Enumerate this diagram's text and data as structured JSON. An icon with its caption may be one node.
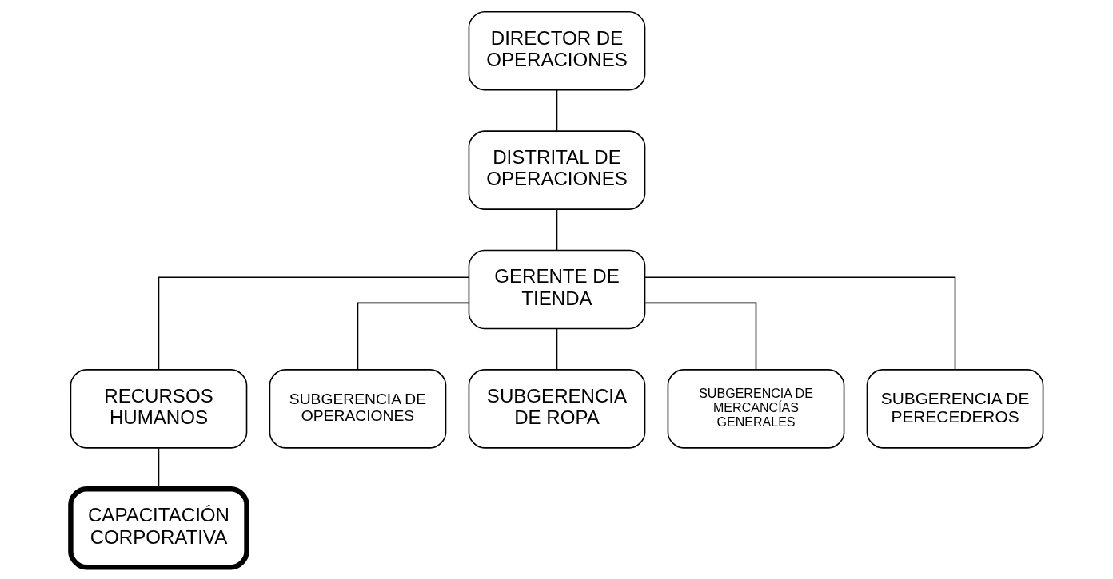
{
  "diagram": {
    "nodes": [
      {
        "text": [
          "DIRECTOR DE OPERACIONES"
        ]
      },
      {
        "text": [
          "DISTRITAL DE OPERACIONES"
        ]
      },
      {
        "text": [
          "GERENTE DE TIENDA"
        ]
      },
      {
        "text": [
          "RECURSOS HUMANOS"
        ]
      },
      {
        "text": [
          "SUBGERENCIA DE OPERACIONES"
        ]
      },
      {
        "text": [
          "SUBGERENCIA DE ROPA"
        ]
      },
      {
        "text": [
          "SUBGERENCIA DE MERCANCÍAS GENERALES"
        ]
      },
      {
        "text": [
          "SUBGERENCIA DE PERECEDEROS"
        ]
      },
      {
        "text": [
          "CAPACITACIÓN CORPORATIVA"
        ]
      }
    ],
    "edges": [
      {
        "from": 0,
        "to": 1,
        "arrow": "none"
      },
      {
        "from": 1,
        "to": 2,
        "arrow": "none"
      },
      {
        "from": 2,
        "to": 3,
        "arrow": "none"
      },
      {
        "from": 2,
        "to": 4,
        "arrow": "none"
      },
      {
        "from": 2,
        "to": 5,
        "arrow": "none"
      },
      {
        "from": 2,
        "to": 6,
        "arrow": "none"
      },
      {
        "from": 2,
        "to": 7,
        "arrow": "none"
      },
      {
        "from": 3,
        "to": 8,
        "arrow": "none"
      }
    ]
  }
}
